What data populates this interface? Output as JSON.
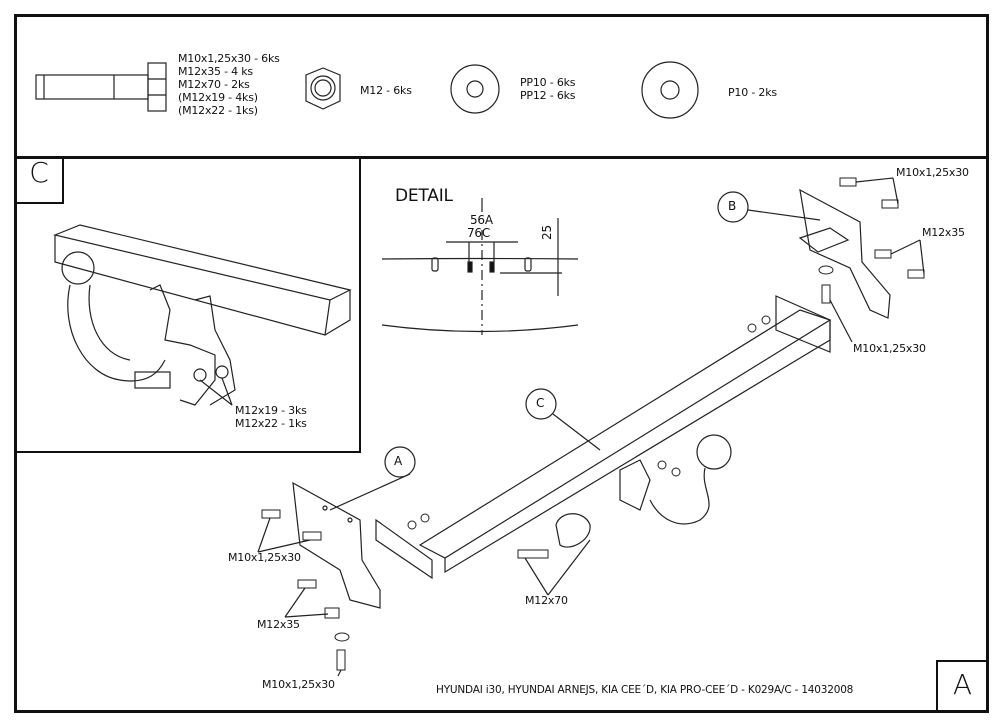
{
  "parts": {
    "bolts": [
      "M10x1,25x30 - 6ks",
      "M12x35 - 4 ks",
      "M12x70 - 2ks",
      "(M12x19 - 4ks)",
      "(M12x22 - 1ks)"
    ],
    "nut": "M12 - 6ks",
    "washers_small": [
      "PP10 - 6ks",
      "PP12 - 6ks"
    ],
    "washer_large": "P10 - 2ks"
  },
  "inset": {
    "letter": "C",
    "labels": [
      "M12x19 - 3ks",
      "M12x22 - 1ks"
    ]
  },
  "detail": {
    "title": "DETAIL",
    "dim_top": "56A",
    "dim_bottom": "76C",
    "dim_height": "25"
  },
  "callouts": {
    "a": "A",
    "b": "B",
    "c": "C"
  },
  "labels": {
    "b_top": "M10x1,25x30",
    "b_mid": "M12x35",
    "b_bottom": "M10x1,25x30",
    "a_top": "M10x1,25x30",
    "a_mid": "M12x35",
    "a_bottom": "M10x1,25x30",
    "center": "M12x70"
  },
  "footer": {
    "title": "HYUNDAI i30, HYUNDAI ARNEJS, KIA CEE´D, KIA PRO-CEE´D - K029A/C - 14032008",
    "sheet": "A"
  }
}
